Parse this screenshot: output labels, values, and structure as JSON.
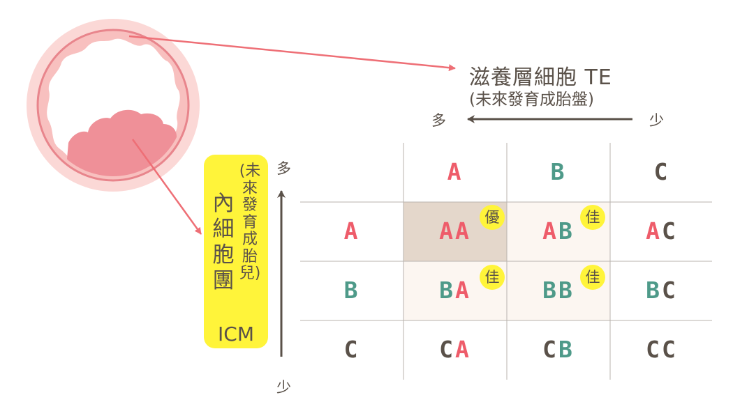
{
  "trophectoderm": {
    "title": "滋養層細胞 TE",
    "subtitle": "(未來發育成胎盤)",
    "more": "多",
    "less": "少"
  },
  "icm": {
    "title": "內細胞團",
    "subtitle": "(未來發育成胎兒)",
    "abbr": "ICM",
    "more": "多",
    "less": "少"
  },
  "column_headers": [
    {
      "letter": "A",
      "color": "#ee5c6a"
    },
    {
      "letter": "B",
      "color": "#4e9a89"
    },
    {
      "letter": "C",
      "color": "#5a5149"
    }
  ],
  "row_headers": [
    {
      "letter": "A",
      "color": "#ee5c6a"
    },
    {
      "letter": "B",
      "color": "#4e9a89"
    },
    {
      "letter": "C",
      "color": "#5a5149"
    }
  ],
  "cells": [
    [
      {
        "grade": "AA",
        "badge": "優"
      },
      {
        "grade": "AB",
        "badge": "佳"
      },
      {
        "grade": "AC",
        "badge": ""
      }
    ],
    [
      {
        "grade": "BA",
        "badge": "佳"
      },
      {
        "grade": "BB",
        "badge": "佳"
      },
      {
        "grade": "BC",
        "badge": ""
      }
    ],
    [
      {
        "grade": "CA",
        "badge": ""
      },
      {
        "grade": "CB",
        "badge": ""
      },
      {
        "grade": "CC",
        "badge": ""
      }
    ]
  ],
  "colors": {
    "grade_a": "#ee5c6a",
    "grade_b": "#4e9a89",
    "grade_c": "#5a5149",
    "badge": "#fff43a",
    "best_cell": "#e4d7cb",
    "good_cell": "#fcf6f1",
    "arrow": "#ee6f76",
    "text": "#5a5149"
  }
}
